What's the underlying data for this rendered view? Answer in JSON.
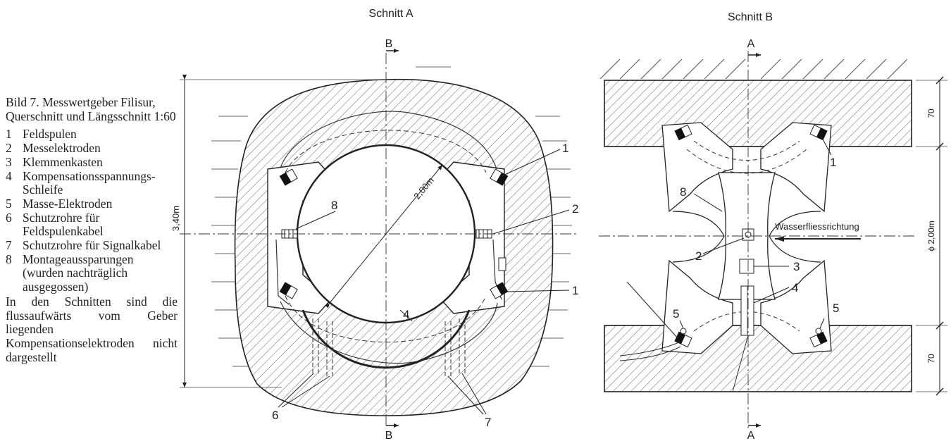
{
  "caption": {
    "title": "Bild 7. Messwertgeber Filisur, Querschnitt und Längsschnitt 1:60"
  },
  "legend": [
    {
      "num": "1",
      "text": "Feldspulen"
    },
    {
      "num": "2",
      "text": "Messelektroden"
    },
    {
      "num": "3",
      "text": "Klemmenkasten"
    },
    {
      "num": "4",
      "text": "Kompensationsspannungs-Schleife"
    },
    {
      "num": "5",
      "text": "Masse-Elektroden"
    },
    {
      "num": "6",
      "text": "Schutzrohre für Feldspulenkabel"
    },
    {
      "num": "7",
      "text": "Schutzrohre für Signalkabel"
    },
    {
      "num": "8",
      "text": "Montageaussparungen (wurden nachträglich ausgegossen)"
    }
  ],
  "note": "In den Schnitten sind die flussaufwärts vom Geber liegenden Kompensationselektroden nicht dargestellt",
  "section_a": {
    "title": "Schnitt A",
    "cut_label": "B",
    "height_dim": "3,40m",
    "diameter_dim": "2,00m",
    "callouts": {
      "c1_top": "1",
      "c1_bottom": "1",
      "c2": "2",
      "c4": "4",
      "c6": "6",
      "c7": "7",
      "c8": "8"
    }
  },
  "section_b": {
    "title": "Schnitt B",
    "cut_label": "A",
    "flow_label": "Wasserfliessrichtung",
    "dims": {
      "top": "70",
      "middle": "ϕ 2,00m",
      "bottom": "70"
    },
    "callouts": {
      "c1": "1",
      "c2": "2",
      "c3": "3",
      "c4": "4",
      "c5_left": "5",
      "c5_right": "5",
      "c8": "8"
    }
  }
}
